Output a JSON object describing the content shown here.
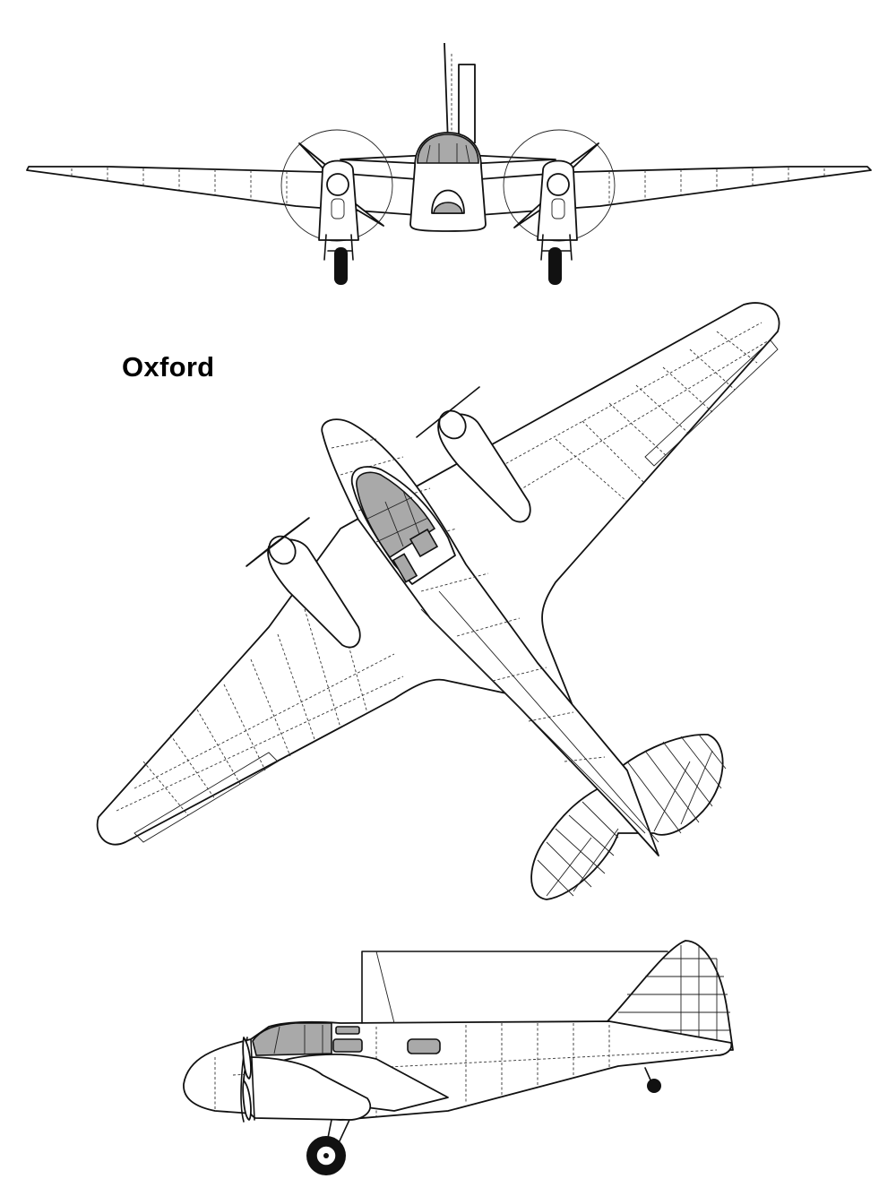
{
  "title": "Oxford",
  "views": [
    "front-view",
    "plan-view",
    "side-view"
  ],
  "colors": {
    "line": "#111111",
    "glazing": "#a9a9a9",
    "background": "#ffffff"
  }
}
